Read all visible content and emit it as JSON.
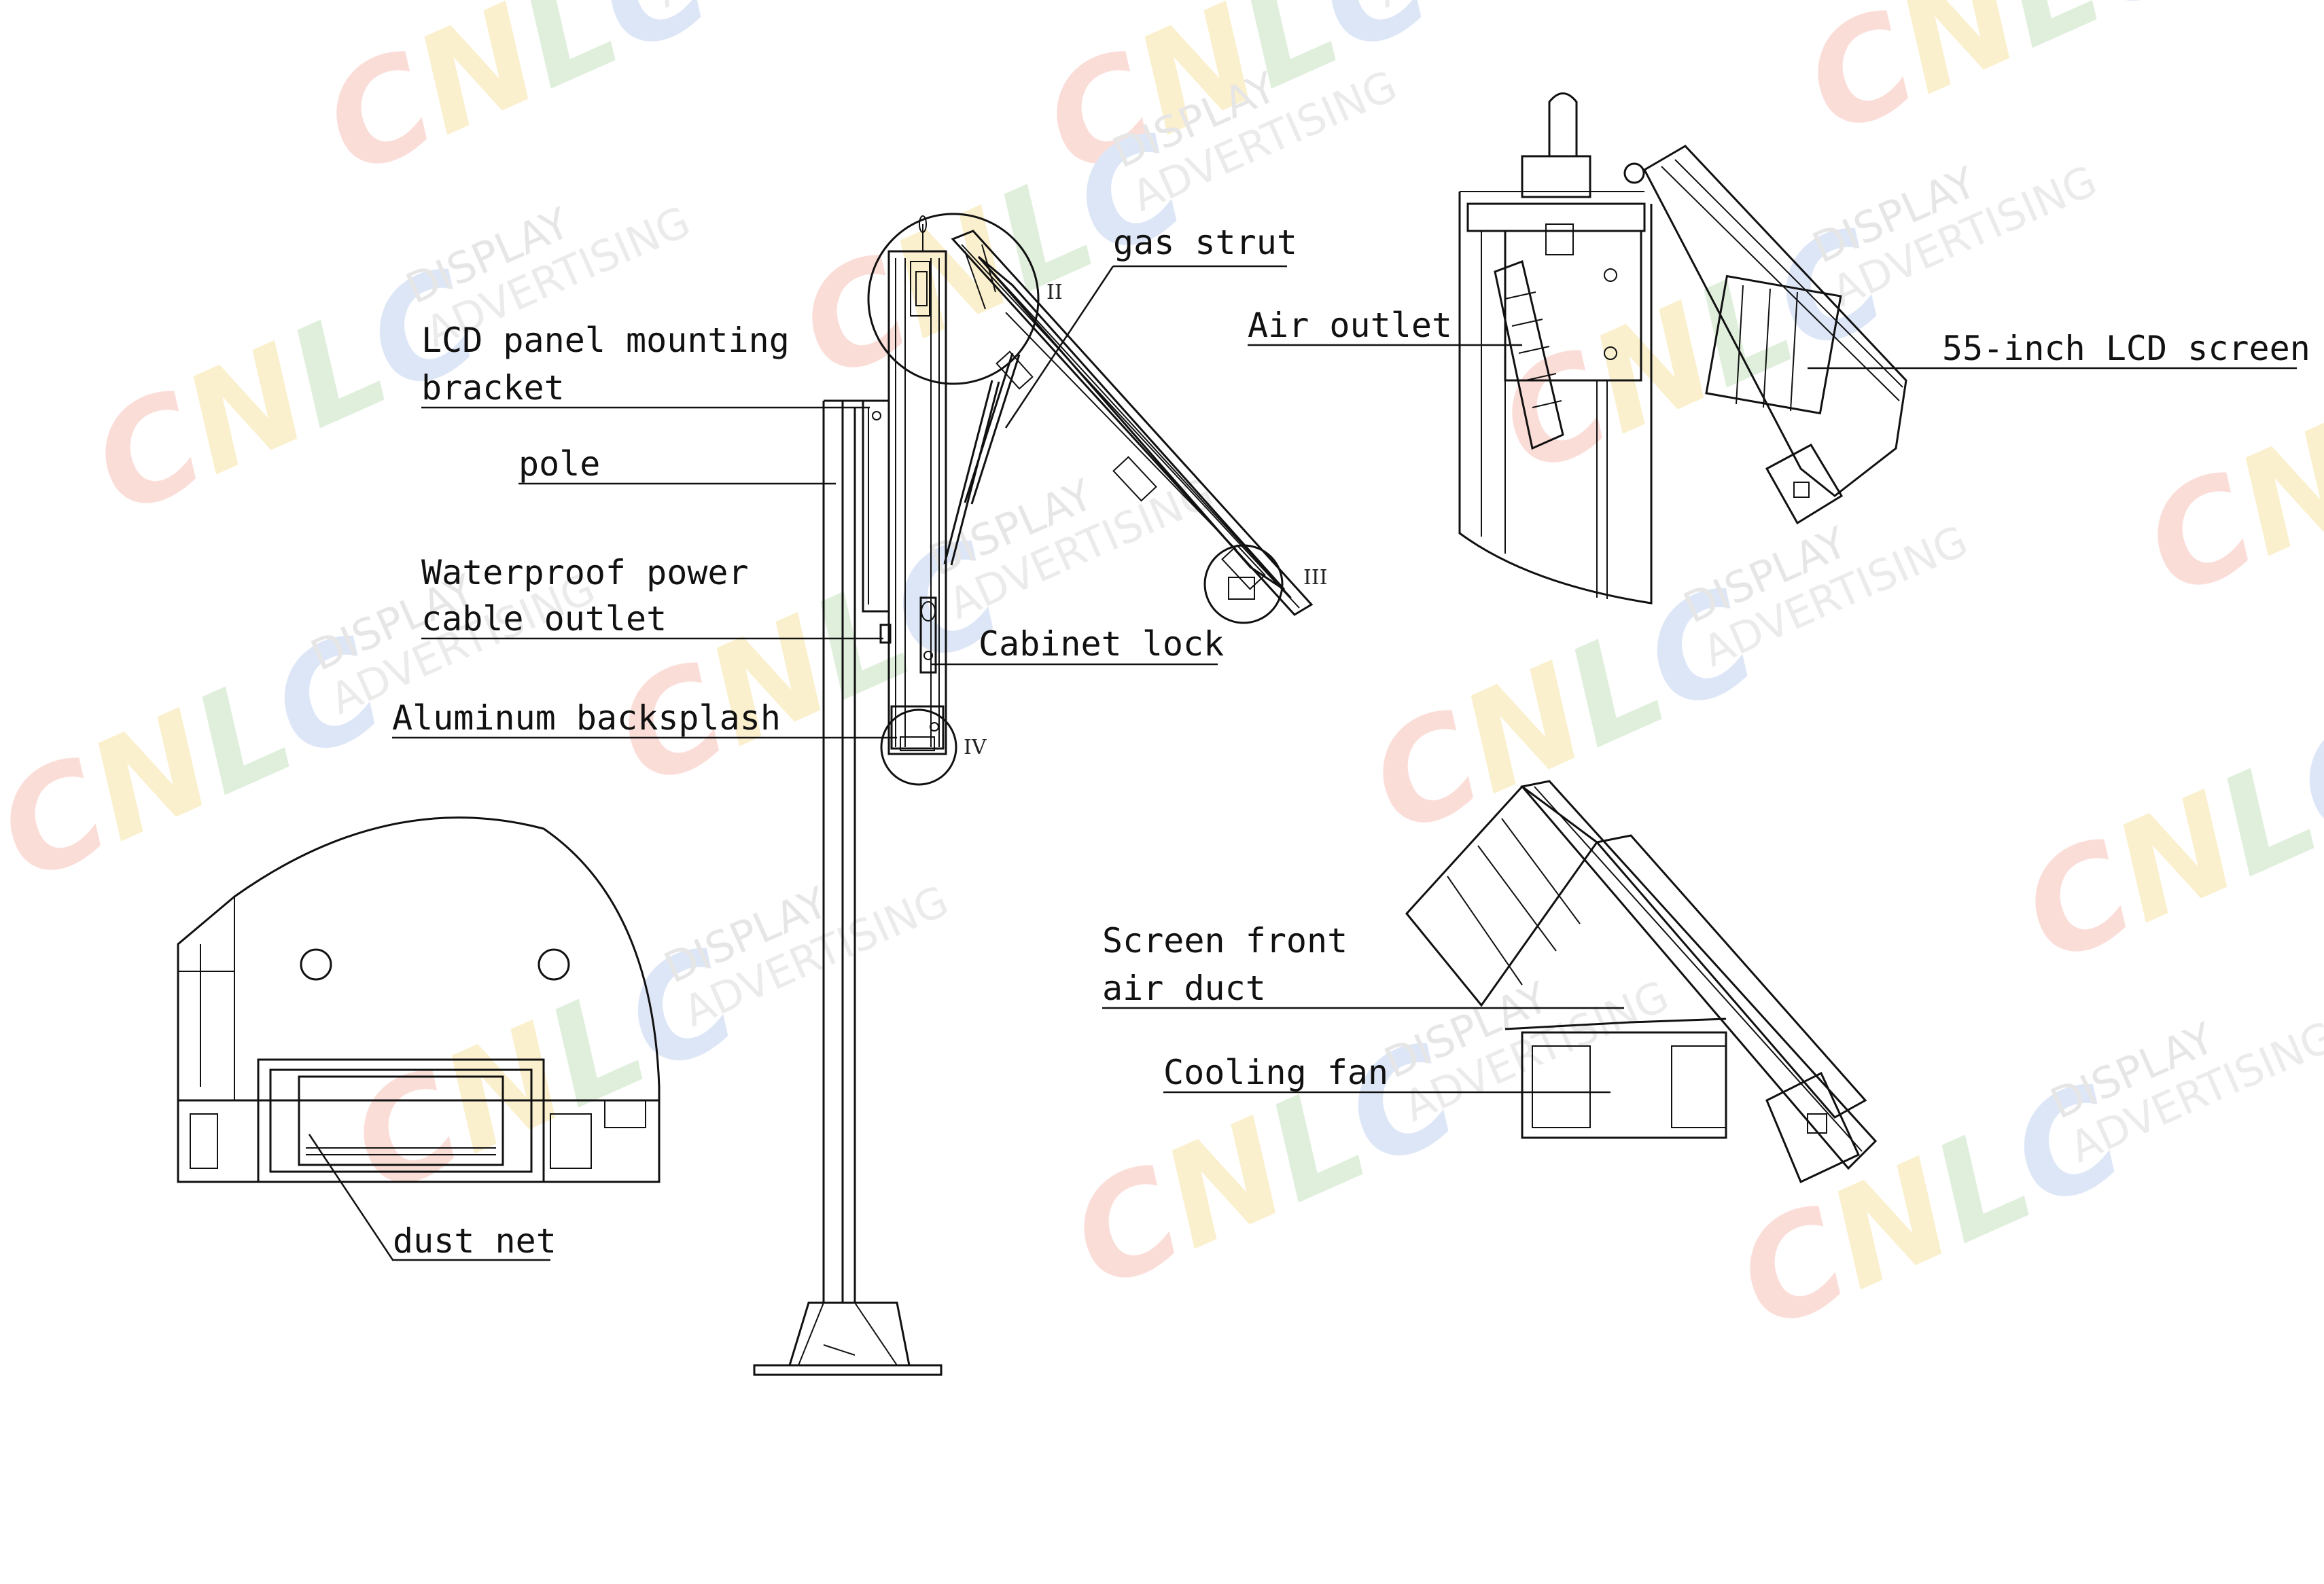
{
  "watermark": {
    "logo": "CNLC",
    "line1": "DISPLAY",
    "line2": "ADVERTISING",
    "colors": [
      "#f6b4a8",
      "#f6dd8f",
      "#b8dcb0",
      "#b4c8ee"
    ]
  },
  "main_view": {
    "labels": {
      "gas_strut": "gas strut",
      "lcd_bracket_1": "LCD panel mounting",
      "lcd_bracket_2": "bracket",
      "pole": "pole",
      "waterproof_1": "Waterproof power",
      "waterproof_2": "cable outlet",
      "cabinet_lock": "Cabinet lock",
      "aluminum_backsplash": "Aluminum backsplash"
    },
    "detail_markers": {
      "II": "II",
      "III": "III",
      "IV": "IV"
    }
  },
  "detail_top_right": {
    "labels": {
      "air_outlet": "Air outlet",
      "lcd_screen": "55-inch LCD screen"
    }
  },
  "detail_bottom_left": {
    "labels": {
      "dust_net": "dust net"
    }
  },
  "detail_bottom_right": {
    "labels": {
      "front_duct_1": "Screen front",
      "front_duct_2": "air duct",
      "cooling_fan": "Cooling fan"
    }
  }
}
